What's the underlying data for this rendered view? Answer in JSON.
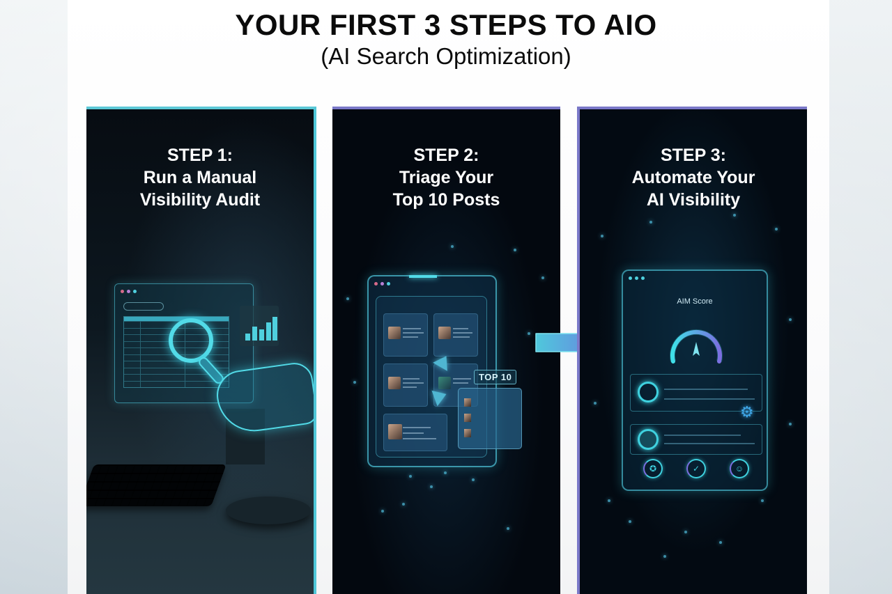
{
  "header": {
    "title": "YOUR FIRST 3 STEPS TO AIO",
    "subtitle": "(AI Search Optimization)"
  },
  "colors": {
    "step1_border": "#5bc8d6",
    "step2_border": "#7a78c8",
    "step3_border": "#7a78c8",
    "card_background": "#03080f",
    "accent_cyan": "#52dbe8",
    "accent_purple": "#7b6ee0"
  },
  "steps": [
    {
      "label": "STEP 1:",
      "line1": "Run a Manual",
      "line2": "Visibility Audit",
      "illustration": "magnifying-glass-over-data-table"
    },
    {
      "label": "STEP 2:",
      "line1": "Triage Your",
      "line2": "Top 10 Posts",
      "illustration": "post-grid-with-top10-list",
      "badge": "TOP 10"
    },
    {
      "label": "STEP 3:",
      "line1": "Automate Your",
      "line2": "AI Visibility",
      "illustration": "aim-score-dashboard",
      "dashboard_title": "AIM Score"
    }
  ],
  "connector": {
    "icon": "arrow-right-icon"
  }
}
